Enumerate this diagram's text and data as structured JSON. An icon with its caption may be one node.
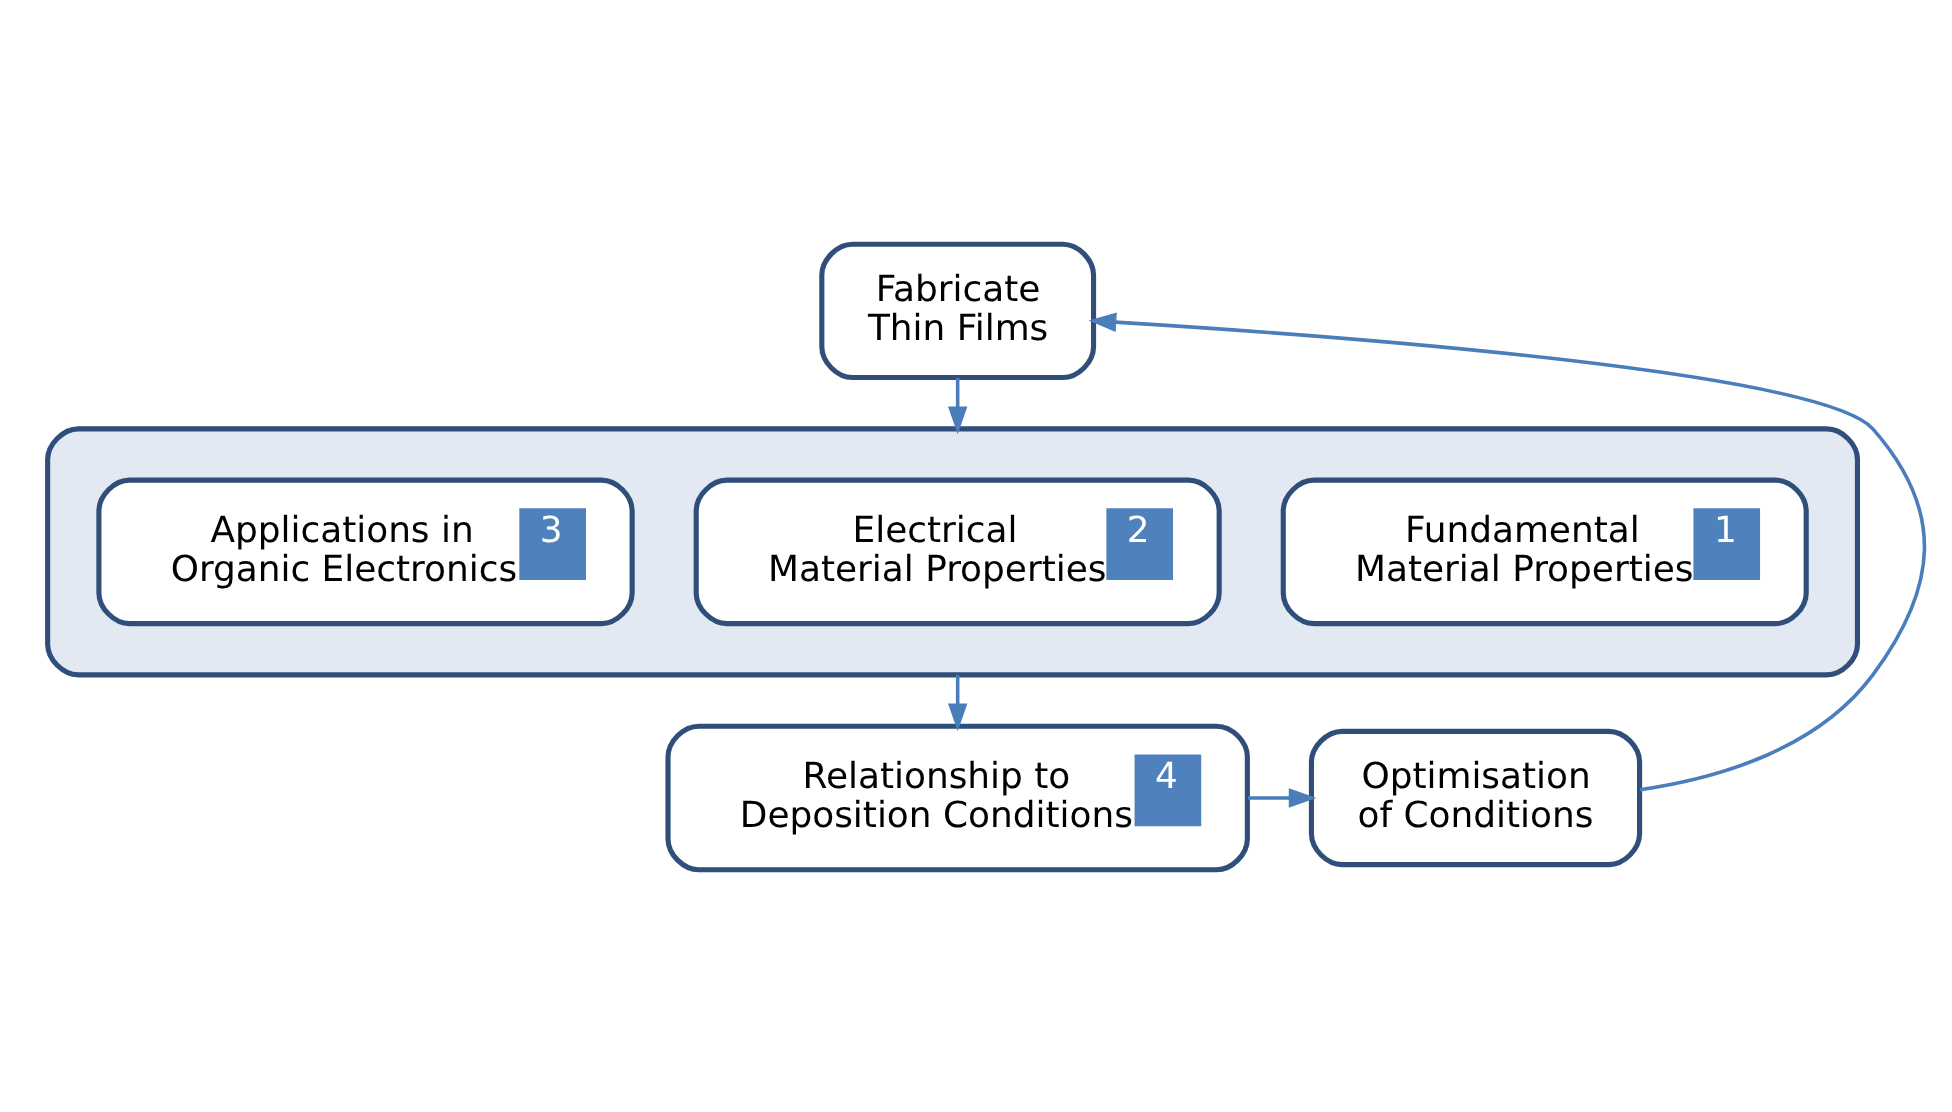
{
  "diagram": {
    "nodes": [
      {
        "text": [
          "Fabricate Thin Films"
        ]
      },
      {
        "text": [],
        "shape": "box"
      },
      {
        "text": [
          "Fundamental Material Properties",
          "1"
        ],
        "in": 1
      },
      {
        "text": [
          "Electrical Material Properties",
          "2"
        ],
        "in": 1
      },
      {
        "text": [
          "Applications in Organic Electronics",
          "3"
        ],
        "in": 1
      },
      {
        "text": [
          "Relationship to Deposition Conditions",
          "4"
        ]
      },
      {
        "text": [
          "Optimisation of Conditions"
        ]
      }
    ],
    "edges": [
      {
        "from": 0,
        "to": 1,
        "arrow": "to"
      },
      {
        "from": 1,
        "to": 5,
        "arrow": "to"
      },
      {
        "from": 5,
        "to": 6,
        "arrow": "to"
      },
      {
        "from": 6,
        "to": 0,
        "arrow": "to"
      }
    ]
  }
}
